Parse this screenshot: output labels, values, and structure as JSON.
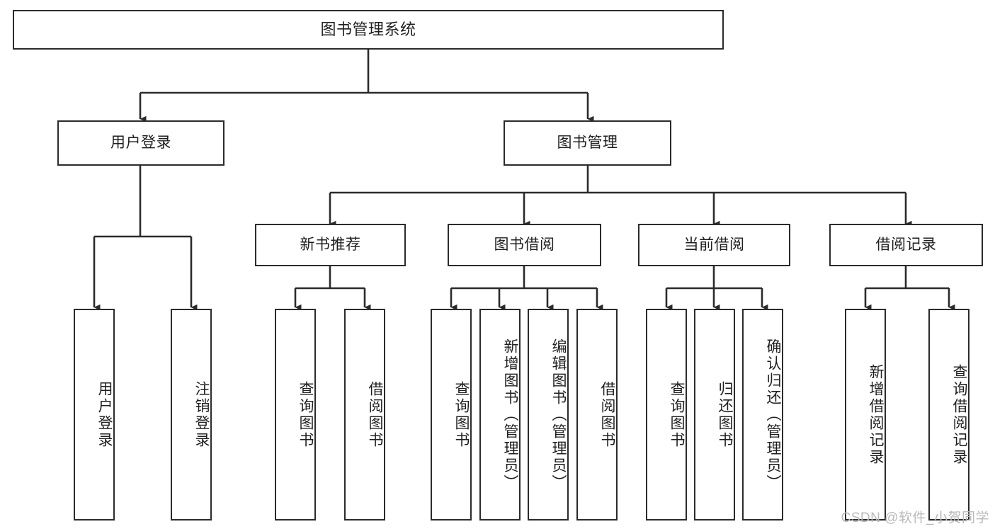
{
  "diagram": {
    "type": "tree",
    "title": "图书管理系统",
    "watermark": "CSDN @软件_小贺同学",
    "colors": {
      "box_border": "#2b2b2b",
      "box_fill": "#ffffff",
      "connector": "#2b2b2b",
      "text": "#1f1f1f",
      "watermark": "#b9b9b9",
      "background": "#ffffff"
    },
    "levels": {
      "root": "图书管理系统",
      "level2": [
        "用户登录",
        "图书管理"
      ],
      "level3": [
        "新书推荐",
        "图书借阅",
        "当前借阅",
        "借阅记录"
      ]
    },
    "nodes": {
      "root": "图书管理系统",
      "user_login": "用户登录",
      "book_manage": "图书管理",
      "new_book_rec": "新书推荐",
      "book_borrow": "图书借阅",
      "current_borrow": "当前借阅",
      "borrow_record": "借阅记录",
      "leaf_user_login": "用户登录",
      "leaf_logout": "注销登录",
      "leaf_query_book_1": "查询图书",
      "leaf_borrow_book_1": "借阅图书",
      "leaf_query_book_2": "查询图书",
      "leaf_add_book_admin": "新增图书（管理员）",
      "leaf_edit_book_admin": "编辑图书（管理员）",
      "leaf_borrow_book_2": "借阅图书",
      "leaf_query_book_3": "查询图书",
      "leaf_return_book": "归还图书",
      "leaf_confirm_return_admin": "确认归还（管理员）",
      "leaf_add_record": "新增借阅记录",
      "leaf_query_record": "查询借阅记录"
    }
  }
}
